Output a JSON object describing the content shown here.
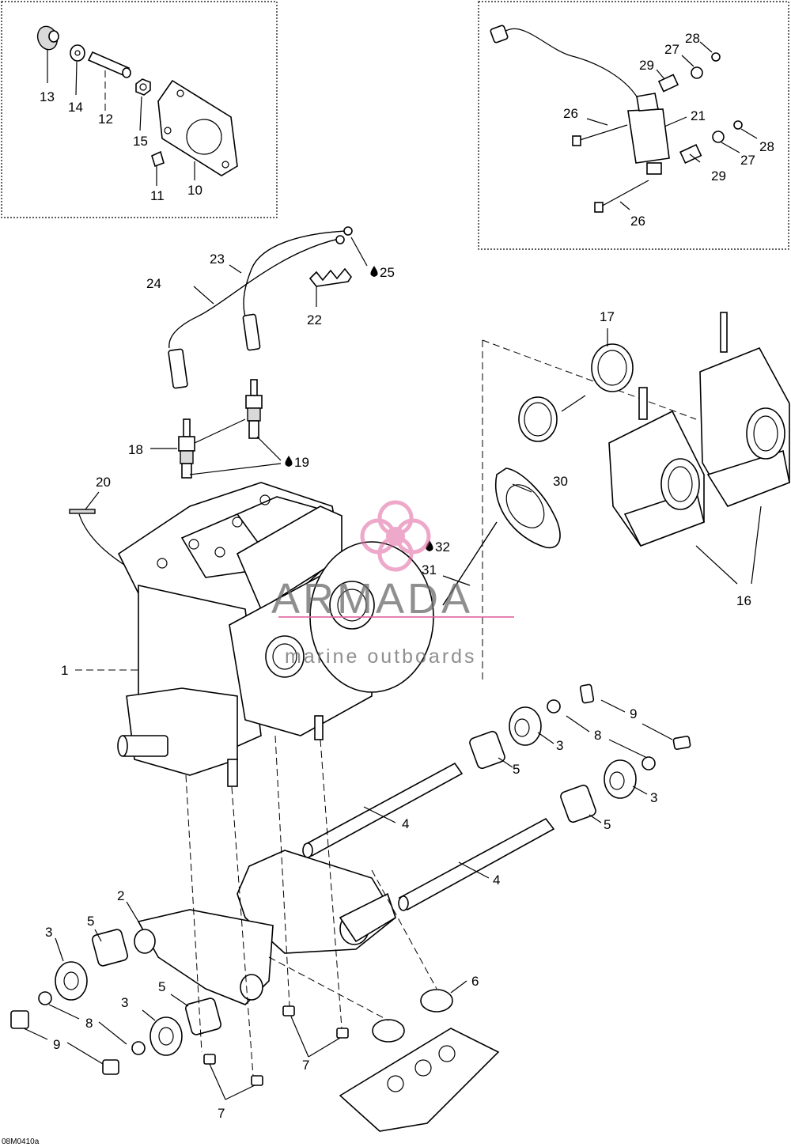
{
  "diagram": {
    "drawing_code": "08M0410a",
    "watermark": {
      "brand": "ARMADA",
      "tagline": "marine outboards"
    },
    "callouts": [
      {
        "id": "c13",
        "text": "13"
      },
      {
        "id": "c14",
        "text": "14"
      },
      {
        "id": "c12",
        "text": "12"
      },
      {
        "id": "c15",
        "text": "15"
      },
      {
        "id": "c11",
        "text": "11"
      },
      {
        "id": "c10",
        "text": "10"
      },
      {
        "id": "c28a",
        "text": "28"
      },
      {
        "id": "c27a",
        "text": "27"
      },
      {
        "id": "c29a",
        "text": "29"
      },
      {
        "id": "c26a",
        "text": "26"
      },
      {
        "id": "c21",
        "text": "21"
      },
      {
        "id": "c28b",
        "text": "28"
      },
      {
        "id": "c27b",
        "text": "27"
      },
      {
        "id": "c29b",
        "text": "29"
      },
      {
        "id": "c26b",
        "text": "26"
      },
      {
        "id": "c23",
        "text": "23"
      },
      {
        "id": "c24",
        "text": "24"
      },
      {
        "id": "c25",
        "text": "25"
      },
      {
        "id": "c22",
        "text": "22"
      },
      {
        "id": "c17",
        "text": "17"
      },
      {
        "id": "c18",
        "text": "18"
      },
      {
        "id": "c19",
        "text": "19"
      },
      {
        "id": "c20",
        "text": "20"
      },
      {
        "id": "c30",
        "text": "30"
      },
      {
        "id": "c32",
        "text": "32"
      },
      {
        "id": "c31",
        "text": "31"
      },
      {
        "id": "c16",
        "text": "16"
      },
      {
        "id": "c1",
        "text": "1"
      },
      {
        "id": "c9a",
        "text": "9"
      },
      {
        "id": "c3a",
        "text": "3"
      },
      {
        "id": "c8a",
        "text": "8"
      },
      {
        "id": "c5a",
        "text": "5"
      },
      {
        "id": "c3b",
        "text": "3"
      },
      {
        "id": "c4a",
        "text": "4"
      },
      {
        "id": "c5b",
        "text": "5"
      },
      {
        "id": "c4b",
        "text": "4"
      },
      {
        "id": "c2",
        "text": "2"
      },
      {
        "id": "c3c",
        "text": "3"
      },
      {
        "id": "c5c",
        "text": "5"
      },
      {
        "id": "c6",
        "text": "6"
      },
      {
        "id": "c5d",
        "text": "5"
      },
      {
        "id": "c3d",
        "text": "3"
      },
      {
        "id": "c8b",
        "text": "8"
      },
      {
        "id": "c9b",
        "text": "9"
      },
      {
        "id": "c7a",
        "text": "7"
      },
      {
        "id": "c7b",
        "text": "7"
      }
    ]
  }
}
